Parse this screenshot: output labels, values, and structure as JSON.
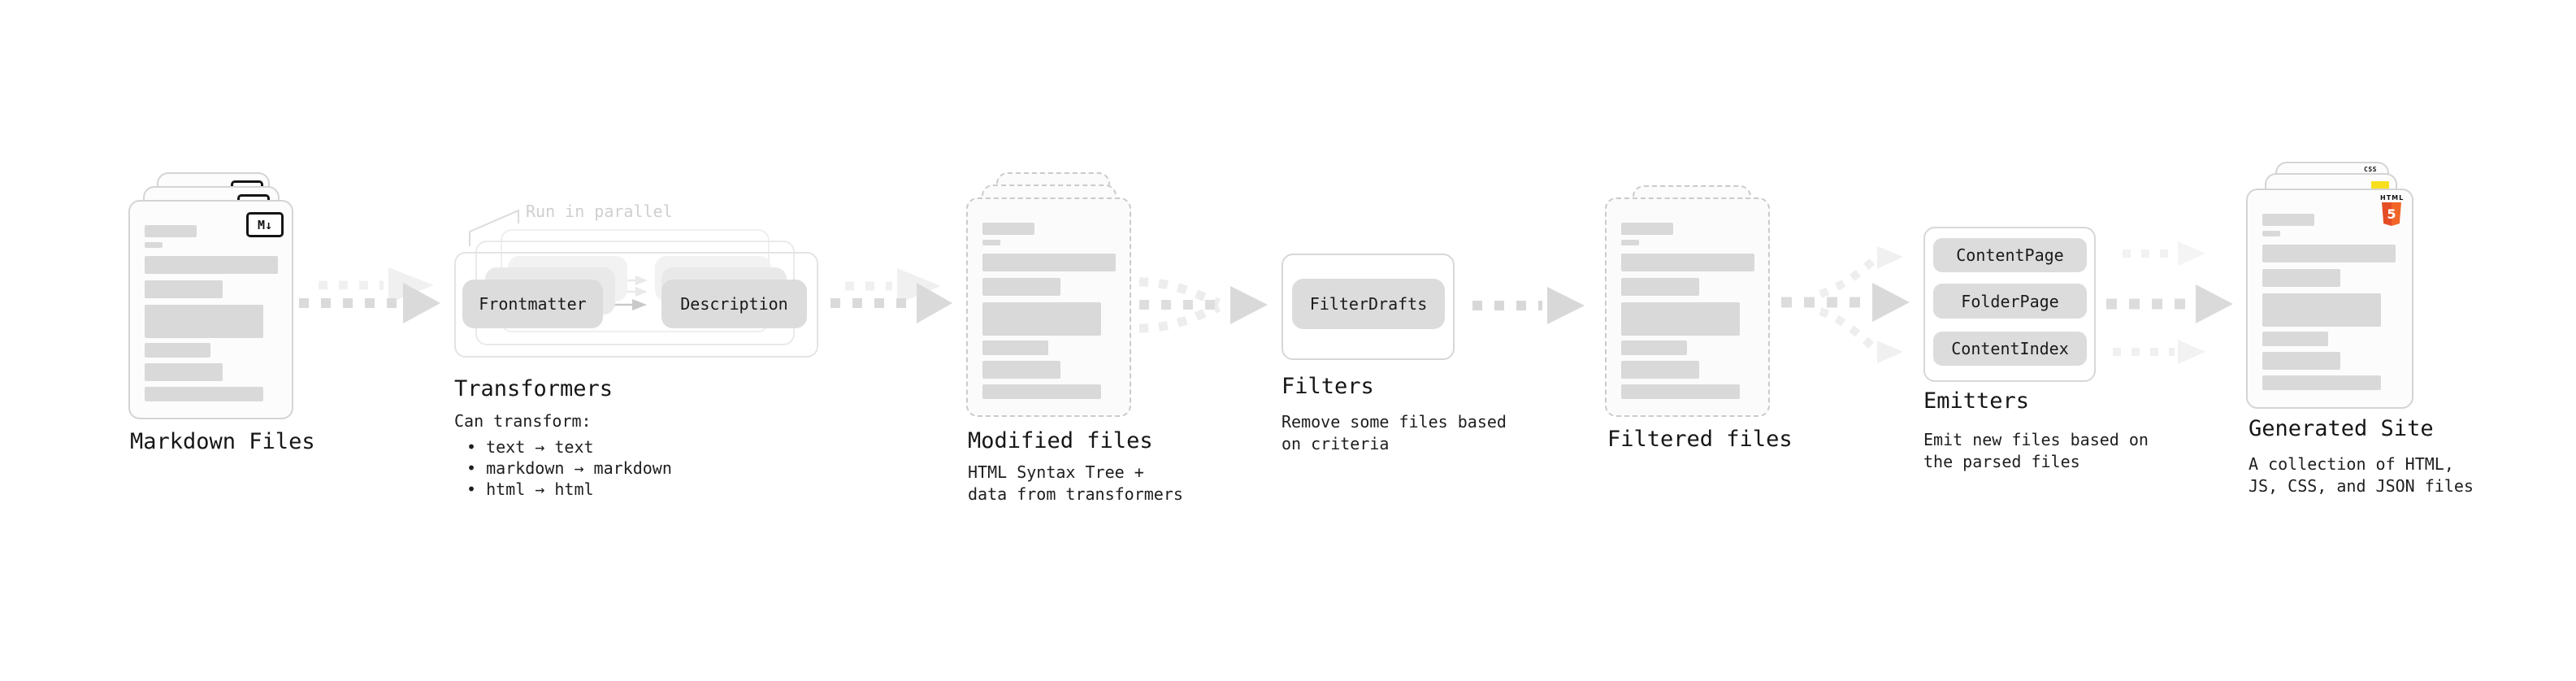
{
  "diagram": {
    "markdown": {
      "title": "Markdown Files",
      "badge": "M↓"
    },
    "transformers": {
      "title": "Transformers",
      "annotation": "Run in parallel",
      "pills": [
        "Frontmatter",
        "Description"
      ],
      "note_heading": "Can transform:",
      "bullets": [
        "• text → text",
        "• markdown → markdown",
        "• html → html"
      ]
    },
    "modified": {
      "title": "Modified files",
      "subtitle": "HTML Syntax Tree +\ndata from transformers"
    },
    "filters": {
      "title": "Filters",
      "pill": "FilterDrafts",
      "subtitle": "Remove some files based\non criteria"
    },
    "filtered": {
      "title": "Filtered files"
    },
    "emitters": {
      "title": "Emitters",
      "pills": [
        "ContentPage",
        "FolderPage",
        "ContentIndex"
      ],
      "subtitle": "Emit new files based on\nthe parsed files"
    },
    "generated": {
      "title": "Generated Site",
      "subtitle": "A collection of HTML,\nJS, CSS, and JSON files",
      "file_type_badges": {
        "css": "CSS",
        "html": "HTML",
        "html_number": "5"
      }
    }
  },
  "colors": {
    "placeholder_gray": "#d9d9d9",
    "arrow_gray": "#d9d9d9",
    "arrow_ghost_gray": "#f0f0f0",
    "accent_html_orange": "#e44d26",
    "accent_html_orange_light": "#f16529",
    "accent_css_blue": "#2962ff",
    "accent_js_yellow": "#f7df1e"
  }
}
